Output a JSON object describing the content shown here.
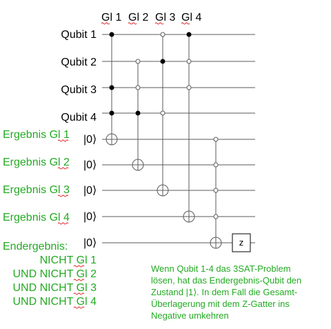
{
  "colors": {
    "wire": "#5a5a5a",
    "text": "#000000",
    "accent_green": "#22aa22",
    "spell_underline": "#e02020"
  },
  "gate_headers": [
    "Gl 1",
    "Gl 2",
    "Gl 3",
    "Gl 4"
  ],
  "qubit_labels": [
    "Qubit 1",
    "Qubit 2",
    "Qubit 3",
    "Qubit 4"
  ],
  "result_labels": [
    "Ergebnis Gl 1",
    "Ergebnis Gl 2",
    "Ergebnis Gl 3",
    "Ergebnis Gl 4"
  ],
  "final_label": "Endergebnis:",
  "ket_label": "|0⟩",
  "z_gate_label": "z",
  "final_conditions": [
    "NICHT Gl 1",
    "UND NICHT Gl 2",
    "UND NICHT Gl 3",
    "UND NICHT Gl 4"
  ],
  "note_lines": [
    "Wenn Qubit 1-4 das 3SAT-Problem",
    "lösen, hat das Endergebnis-Qubit den",
    "Zustand |1⟩. In dem Fall die Gesamt-",
    "Überlagerung mit dem Z-Gatter ins",
    "Negative umkehren"
  ],
  "circuit": {
    "gates": [
      {
        "name": "Gl 1",
        "controls": [
          {
            "qubit": 1,
            "type": "filled"
          },
          {
            "qubit": 3,
            "type": "filled"
          },
          {
            "qubit": 4,
            "type": "filled"
          }
        ],
        "target": "Ergebnis Gl 1"
      },
      {
        "name": "Gl 2",
        "controls": [
          {
            "qubit": 2,
            "type": "open"
          },
          {
            "qubit": 3,
            "type": "open"
          },
          {
            "qubit": 4,
            "type": "filled"
          }
        ],
        "target": "Ergebnis Gl 2"
      },
      {
        "name": "Gl 3",
        "controls": [
          {
            "qubit": 1,
            "type": "open"
          },
          {
            "qubit": 2,
            "type": "filled"
          },
          {
            "qubit": 4,
            "type": "open"
          }
        ],
        "target": "Ergebnis Gl 3"
      },
      {
        "name": "Gl 4",
        "controls": [
          {
            "qubit": 1,
            "type": "filled"
          },
          {
            "qubit": 2,
            "type": "open"
          },
          {
            "qubit": 3,
            "type": "open"
          }
        ],
        "target": "Ergebnis Gl 4"
      },
      {
        "name": "final",
        "controls": [
          {
            "qubit": "Ergebnis Gl 1",
            "type": "open"
          },
          {
            "qubit": "Ergebnis Gl 2",
            "type": "open"
          },
          {
            "qubit": "Ergebnis Gl 3",
            "type": "open"
          },
          {
            "qubit": "Ergebnis Gl 4",
            "type": "open"
          }
        ],
        "target": "Endergebnis"
      }
    ]
  }
}
